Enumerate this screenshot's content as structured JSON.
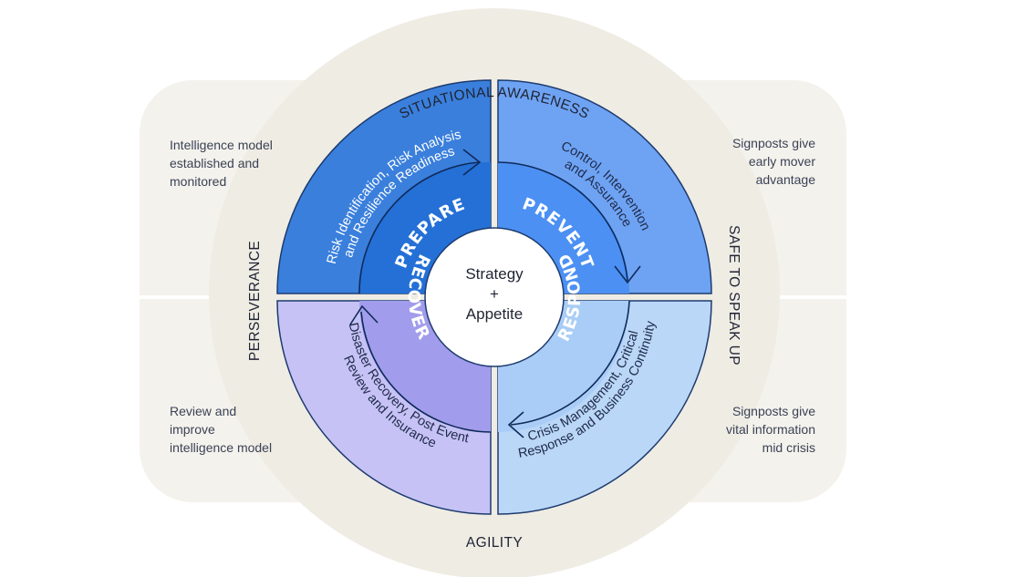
{
  "ring": {
    "top": "SITUATIONAL AWARENESS",
    "bottom": "AGILITY",
    "left": "PERSEVERANCE",
    "right": "SAFE TO SPEAK UP"
  },
  "notes": {
    "top_left": [
      "Intelligence model",
      "established and",
      "monitored"
    ],
    "bottom_left": [
      "Review and",
      "improve",
      "intelligence model"
    ],
    "top_right": [
      "Signposts give",
      "early mover",
      "advantage"
    ],
    "bottom_right": [
      "Signposts give",
      "vital information",
      "mid crisis"
    ]
  },
  "quadrants": {
    "prepare": {
      "phase": "PREPARE",
      "text": [
        "Risk Identification, Risk Analysis",
        "and Resilience Readiness"
      ],
      "color": "#3a7fdc"
    },
    "prevent": {
      "phase": "PREVENT",
      "text": [
        "Control, Intervention",
        "and Assurance"
      ],
      "color": "#6ea3f3"
    },
    "respond": {
      "phase": "RESPOND",
      "text": [
        "Crisis Management, Critical",
        "Response and Business Continuity"
      ],
      "color": "#bad7f8"
    },
    "recover": {
      "phase": "RECOVER",
      "text": [
        "Disaster Recovery, Post Event",
        "Review and Insurance"
      ],
      "color": "#c6c2f5"
    }
  },
  "center": {
    "line1": "Strategy",
    "line2": "+",
    "line3": "Appetite"
  }
}
